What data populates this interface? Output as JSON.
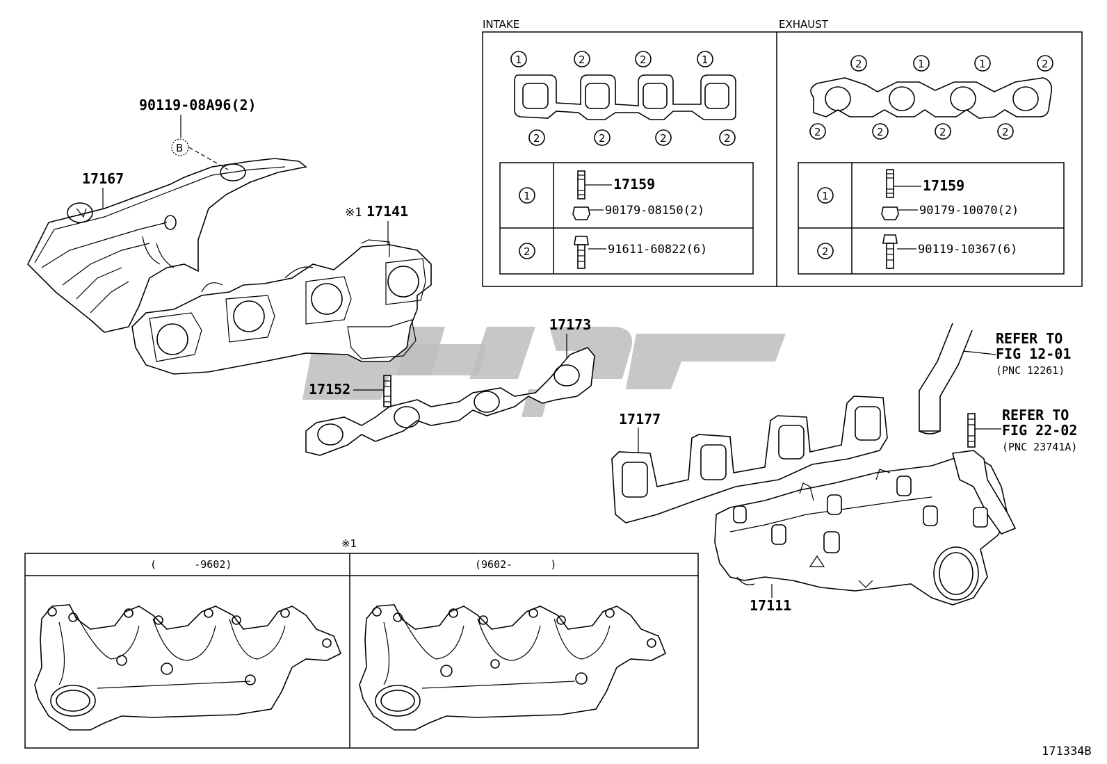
{
  "header": {
    "intake_label": "INTAKE",
    "exhaust_label": "EXHAUST"
  },
  "intake_table": {
    "gasket_markers_top": [
      "1",
      "2",
      "2",
      "1"
    ],
    "gasket_markers_bottom": [
      "2",
      "2",
      "2",
      "2"
    ],
    "rows": [
      {
        "marker": "1",
        "part": "17159",
        "sub": "90179-08150(2)"
      },
      {
        "marker": "2",
        "part": "",
        "sub": "91611-60822(6)"
      }
    ]
  },
  "exhaust_table": {
    "gasket_markers_top": [
      "2",
      "1",
      "1",
      "2"
    ],
    "gasket_markers_bottom": [
      "2",
      "2",
      "2",
      "2"
    ],
    "rows": [
      {
        "marker": "1",
        "part": "17159",
        "sub": "90179-10070(2)"
      },
      {
        "marker": "2",
        "part": "",
        "sub": "90119-10367(6)"
      }
    ]
  },
  "callouts": {
    "bolt_b": "90119-08A96(2)",
    "marker_b": "B",
    "heat_insulator": "17167",
    "exhaust_manifold_prefix": "※1",
    "exhaust_manifold": "17141",
    "exhaust_gasket": "17173",
    "stud": "17152",
    "intake_gasket": "17177",
    "intake_manifold": "17111",
    "refer1_line1": "REFER TO",
    "refer1_line2": "FIG 12-01",
    "refer1_line3": "(PNC 12261)",
    "refer2_line1": "REFER TO",
    "refer2_line2": "FIG 22-02",
    "refer2_line3": "(PNC 23741A)"
  },
  "variants": {
    "note_mark": "※1",
    "left_header": "(      -9602)",
    "right_header": "(9602-      )"
  },
  "footer": {
    "figure_id": "171334B"
  },
  "colors": {
    "line": "#000000",
    "background": "#ffffff",
    "watermark": "#bdbdbd"
  }
}
